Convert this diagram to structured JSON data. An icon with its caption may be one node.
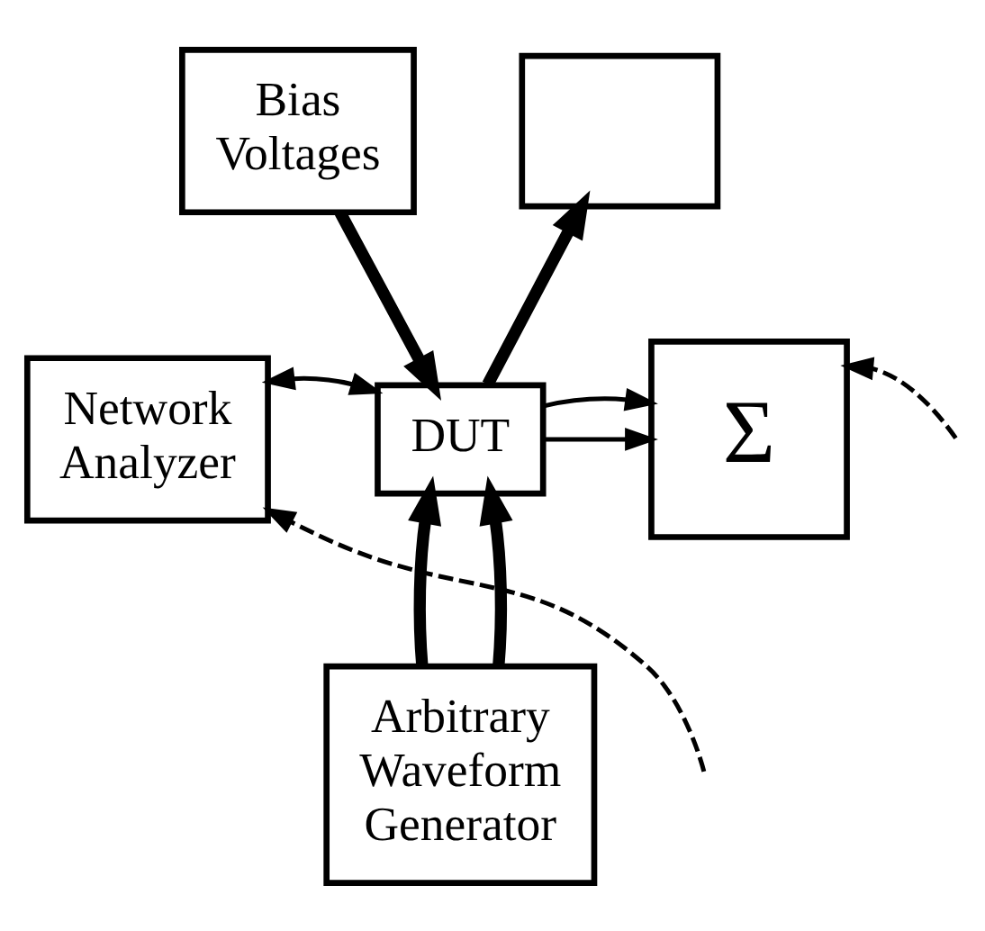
{
  "diagram": {
    "nodes": [
      {
        "text": [
          "Bias Voltages"
        ]
      },
      {
        "text": [],
        "shape": "box"
      },
      {
        "text": [
          "Network Analyzer"
        ]
      },
      {
        "text": [
          "DUT"
        ]
      },
      {
        "text": [
          "Σ"
        ]
      },
      {
        "text": [
          "Arbitrary Waveform Generator"
        ]
      }
    ],
    "edges": [
      {
        "from": 0,
        "to": 3,
        "arrow": "to",
        "style": "thick"
      },
      {
        "from": 3,
        "to": 1,
        "arrow": "to",
        "style": "thick"
      },
      {
        "from": 2,
        "to": 3,
        "arrow": "both"
      },
      {
        "from": 3,
        "to": 4,
        "arrow": "to"
      },
      {
        "from": 3,
        "to": 4,
        "arrow": "to"
      },
      {
        "from": null,
        "to": 4,
        "arrow": "to",
        "style": "dashed"
      },
      {
        "from": null,
        "to": 2,
        "arrow": "to",
        "style": "dashed"
      },
      {
        "from": 5,
        "to": 3,
        "arrow": "to",
        "style": "thick"
      },
      {
        "from": 5,
        "to": 3,
        "arrow": "to",
        "style": "thick"
      }
    ]
  }
}
